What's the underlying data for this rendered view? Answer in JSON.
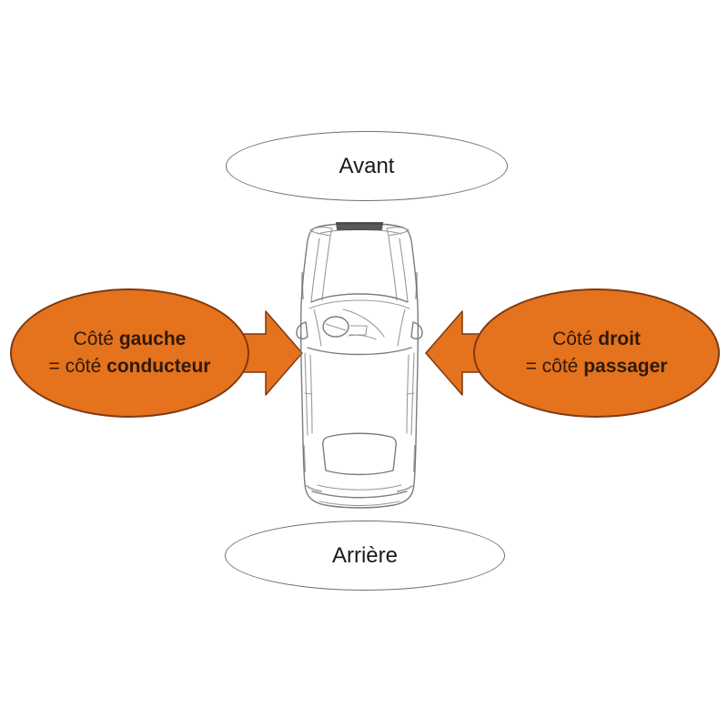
{
  "labels": {
    "front": "Avant",
    "rear": "Arrière"
  },
  "left_callout": {
    "line1_regular": "Côté ",
    "line1_bold": "gauche",
    "line2_regular": "= côté ",
    "line2_bold": "conducteur"
  },
  "right_callout": {
    "line1_regular": "Côté ",
    "line1_bold": "droit",
    "line2_regular": "= côté ",
    "line2_bold": "passager"
  },
  "colors": {
    "callout_fill": "#E5721C",
    "callout_border": "#7D3A12",
    "callout_text": "#2E1A0A",
    "plain_ellipse_border": "#6E6E6E",
    "label_text": "#1A1A1A",
    "car_sketch_stroke": "#9A9A9A"
  }
}
